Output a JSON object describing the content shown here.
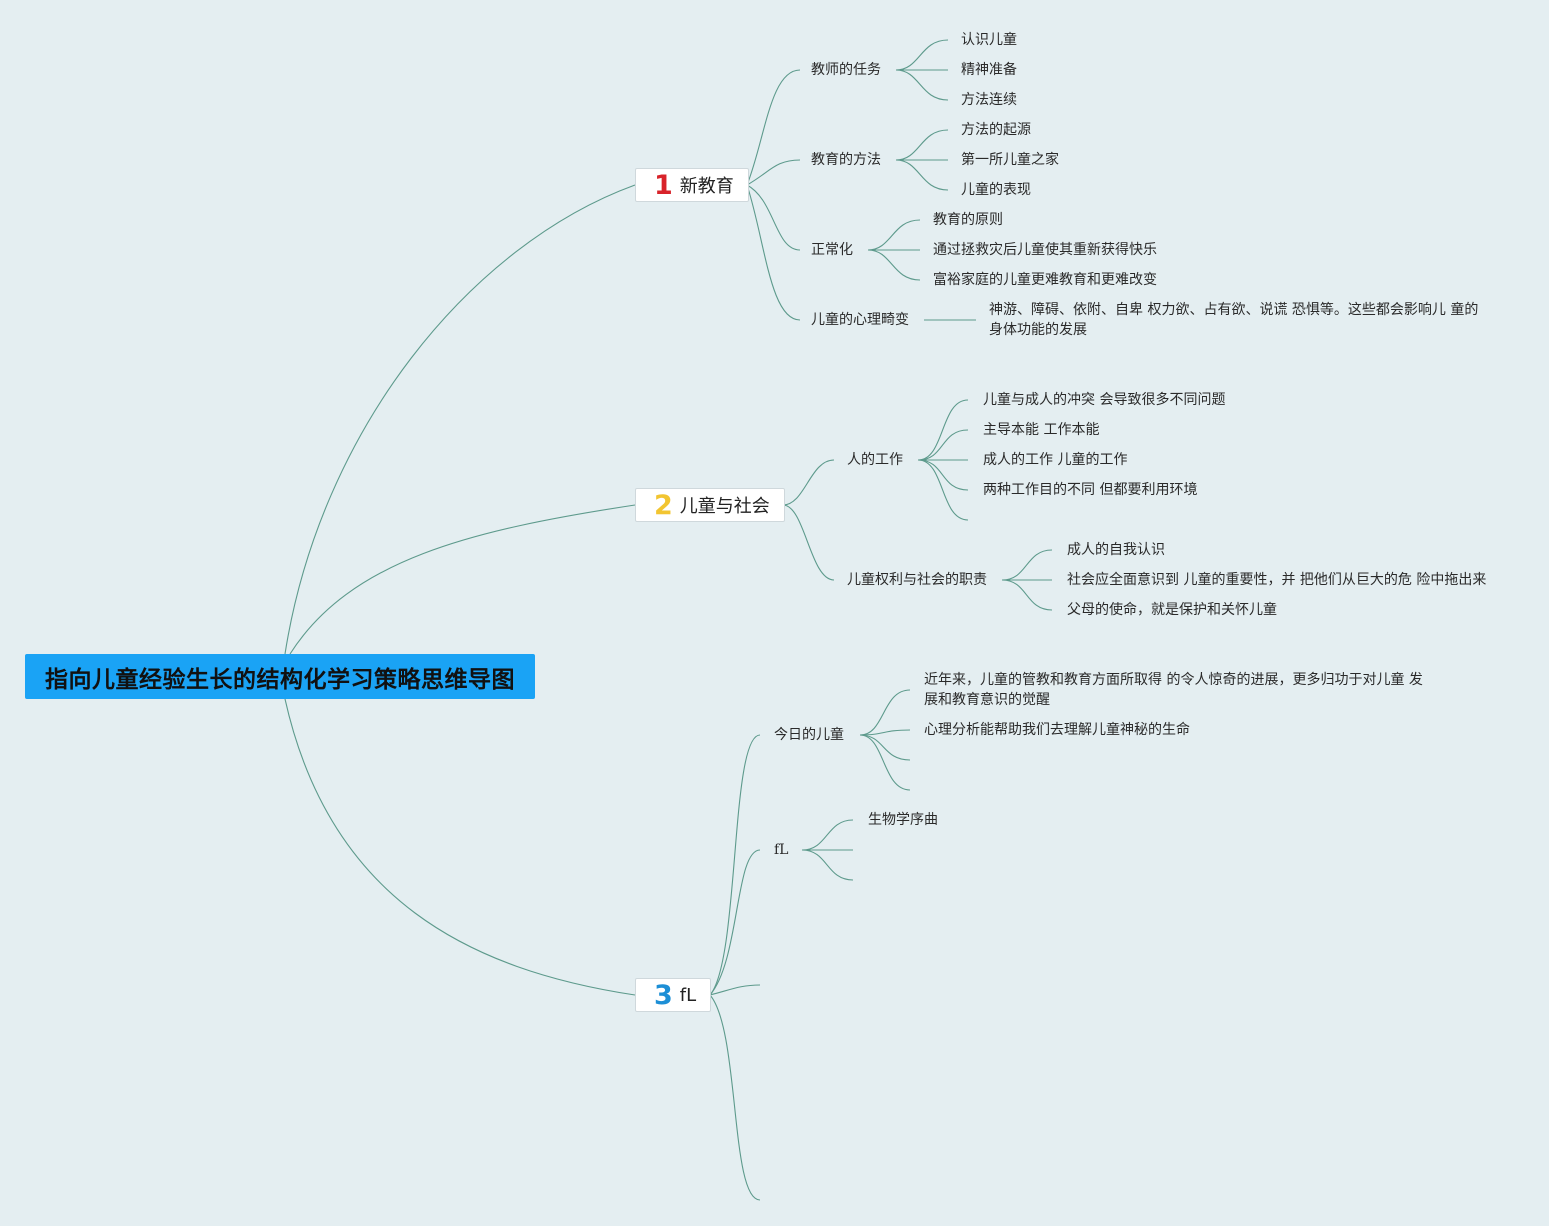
{
  "root": {
    "title": "指向儿童经验生长的结构化学习策略思维导图"
  },
  "branches": [
    {
      "number": "1",
      "number_color": "#d8232a",
      "label": "新教育",
      "children": [
        {
          "label": "教师的任务",
          "children": [
            "认识儿童",
            "精神准备",
            "方法连续"
          ]
        },
        {
          "label": "教育的方法",
          "children": [
            "方法的起源",
            "第一所儿童之家",
            "儿童的表现"
          ]
        },
        {
          "label": "正常化",
          "children": [
            "教育的原则",
            "通过拯救灾后儿童使其重新获得快乐",
            "富裕家庭的儿童更难教育和更难改变"
          ]
        },
        {
          "label": "儿童的心理畸变",
          "children": [
            "神游、障碍、依附、自卑 权力欲、占有欲、说谎 恐惧等。这些都会影响儿 童的身体功能的发展"
          ]
        }
      ]
    },
    {
      "number": "2",
      "number_color": "#f2c531",
      "label": "儿童与社会",
      "children": [
        {
          "label": "人的工作",
          "children": [
            "儿童与成人的冲突 会导致很多不同问题",
            "主导本能 工作本能",
            "成人的工作 儿童的工作",
            "两种工作目的不同 但都要利用环境",
            ""
          ]
        },
        {
          "label": "儿童权利与社会的职责",
          "children": [
            "成人的自我认识",
            "社会应全面意识到 儿童的重要性，并 把他们从巨大的危 险中拖出来",
            "父母的使命，就是保护和关怀儿童"
          ]
        }
      ]
    },
    {
      "number": "3",
      "number_color": "#1d8fd6",
      "label": "fL",
      "children": [
        {
          "label": "今日的儿童",
          "children": [
            "近年来，儿童的管教和教育方面所取得 的令人惊奇的进展，更多归功于对儿童 发展和教育意识的觉醒",
            "心理分析能帮助我们去理解儿童神秘的生命",
            "",
            ""
          ]
        },
        {
          "label": "fL",
          "children": [
            "生物学序曲",
            "",
            ""
          ]
        },
        {
          "label": "",
          "children": []
        },
        {
          "label": "",
          "children": []
        }
      ]
    }
  ]
}
